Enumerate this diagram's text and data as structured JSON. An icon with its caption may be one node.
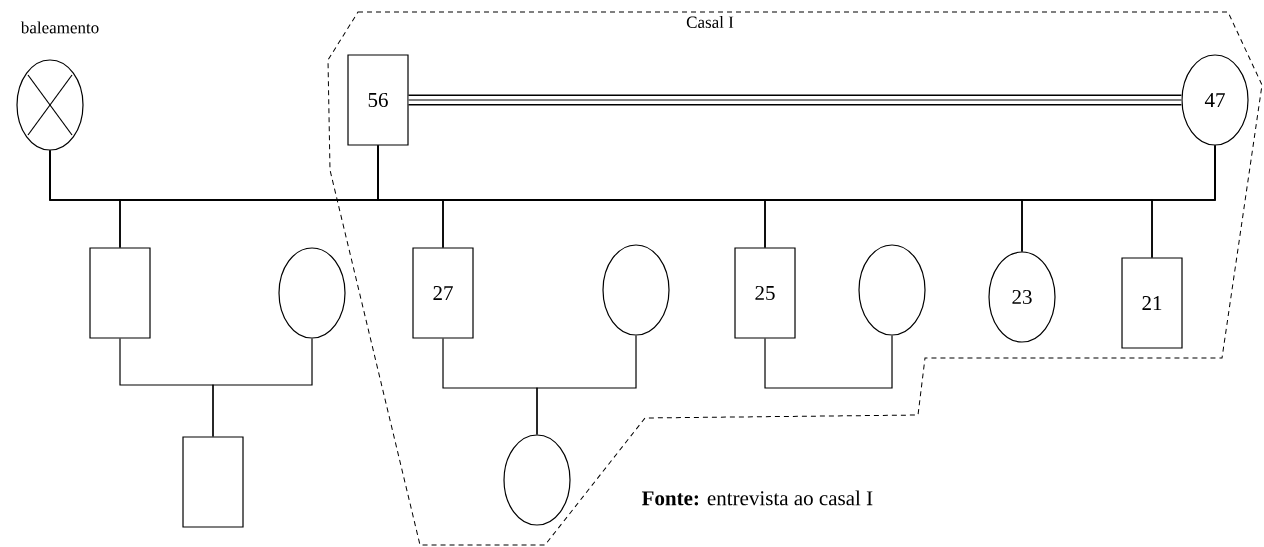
{
  "diagram": {
    "nodes": [
      {
        "text": [
          "Casal I"
        ]
      },
      {
        "text": [],
        "shape": "circle",
        "beside": [
          "baleamento"
        ]
      },
      {
        "text": [
          "56"
        ],
        "in": 0
      },
      {
        "text": [
          "47"
        ],
        "in": 0
      },
      {
        "text": [],
        "shape": "box"
      },
      {
        "text": [],
        "shape": "circle"
      },
      {
        "text": [
          "27"
        ],
        "in": 0
      },
      {
        "text": [],
        "shape": "circle",
        "in": 0
      },
      {
        "text": [
          "25"
        ],
        "in": 0
      },
      {
        "text": [],
        "shape": "circle",
        "in": 0
      },
      {
        "text": [
          "23"
        ],
        "in": 0
      },
      {
        "text": [
          "21"
        ],
        "in": 0
      },
      {
        "text": [],
        "shape": "box"
      },
      {
        "text": [],
        "shape": "circle",
        "in": 0
      }
    ],
    "edges": [
      {
        "from": 2,
        "to": 3,
        "arrow": "none",
        "style": "thick"
      },
      {
        "from": 1,
        "to": 4,
        "arrow": "none"
      },
      {
        "from": 1,
        "to": 6,
        "arrow": "none"
      },
      {
        "from": 1,
        "to": 8,
        "arrow": "none"
      },
      {
        "from": 1,
        "to": 10,
        "arrow": "none"
      },
      {
        "from": 1,
        "to": 11,
        "arrow": "none"
      },
      {
        "from": 2,
        "to": 4,
        "arrow": "none"
      },
      {
        "from": 2,
        "to": 6,
        "arrow": "none"
      },
      {
        "from": 2,
        "to": 8,
        "arrow": "none"
      },
      {
        "from": 2,
        "to": 10,
        "arrow": "none"
      },
      {
        "from": 2,
        "to": 11,
        "arrow": "none"
      },
      {
        "from": 3,
        "to": 4,
        "arrow": "none"
      },
      {
        "from": 3,
        "to": 6,
        "arrow": "none"
      },
      {
        "from": 3,
        "to": 8,
        "arrow": "none"
      },
      {
        "from": 3,
        "to": 10,
        "arrow": "none"
      },
      {
        "from": 3,
        "to": 11,
        "arrow": "none"
      },
      {
        "from": 4,
        "to": 12,
        "arrow": "none"
      },
      {
        "from": 5,
        "to": 12,
        "arrow": "none"
      },
      {
        "from": 6,
        "to": 13,
        "arrow": "none"
      },
      {
        "from": 7,
        "to": 13,
        "arrow": "none"
      },
      {
        "from": 8,
        "to": 9,
        "arrow": "none"
      }
    ],
    "labels": [
      "**Fonte:** entrevista ao casal I"
    ]
  }
}
